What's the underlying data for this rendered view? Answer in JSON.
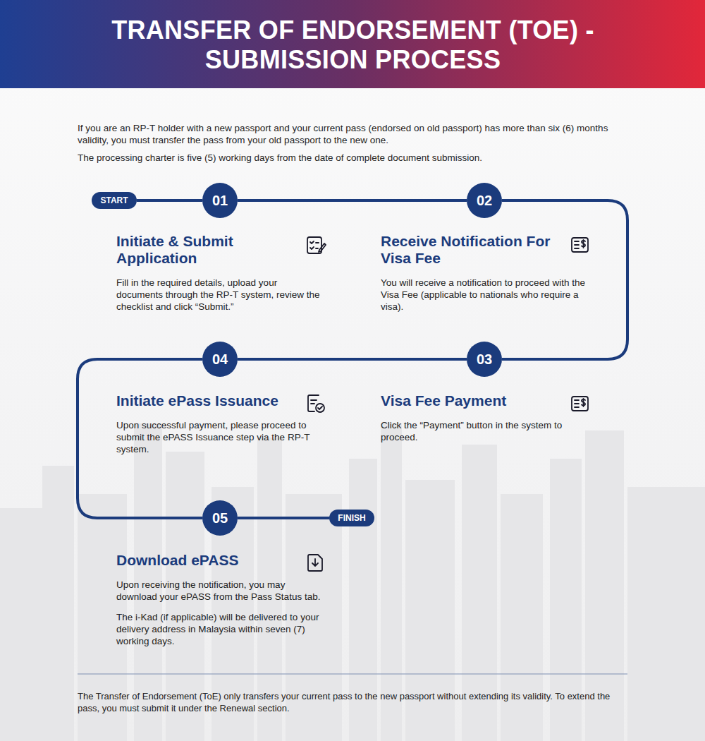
{
  "diagram": {
    "title": "TRANSFER OF ENDORSEMENT (TOE) - SUBMISSION PROCESS",
    "nodes": [
      {
        "text": [
          "START"
        ]
      },
      {
        "text": [
          "01"
        ]
      },
      {
        "text": [
          "02"
        ]
      },
      {
        "text": [
          "03"
        ]
      },
      {
        "text": [
          "04"
        ]
      },
      {
        "text": [
          "05"
        ]
      },
      {
        "text": [
          "FINISH"
        ]
      }
    ],
    "edges": [
      {
        "from": 0,
        "to": 1,
        "arrow": "none"
      },
      {
        "from": 1,
        "to": 2,
        "arrow": "none"
      },
      {
        "from": 2,
        "to": 3,
        "arrow": "none"
      },
      {
        "from": 3,
        "to": 4,
        "arrow": "none"
      },
      {
        "from": 4,
        "to": 5,
        "arrow": "none"
      },
      {
        "from": 5,
        "to": 6,
        "arrow": "none"
      }
    ],
    "labels": [
      "If you are an RP-T holder with a new passport and your current pass (endorsed on old passport) has more than six (6) months validity, you must transfer the pass from your old passport to the new one.",
      "The processing charter is five (5) working days from the date of complete document submission.",
      "Initiate & Submit Application",
      "Fill in the required details, upload your documents through the RP-T system, review the checklist and click “Submit.”",
      "Receive Notification For Visa Fee",
      "You will receive a notification to proceed with the Visa Fee (applicable to nationals who require a visa).",
      "Initiate ePass Issuance",
      "Upon successful payment, please proceed to submit the ePASS Issuance step via the RP-T system.",
      "Visa Fee Payment",
      "Click the “Payment” button in the system to proceed.",
      "Download ePASS",
      "Upon receiving the notification, you may download your ePASS from the Pass Status tab.",
      "The i-Kad (if applicable) will be delivered to your delivery address in Malaysia within seven (7) working days.",
      "The Transfer of Endorsement (ToE) only transfers your current pass to the new passport without extending its validity. To extend the pass, you must submit it under the Renewal section."
    ]
  }
}
